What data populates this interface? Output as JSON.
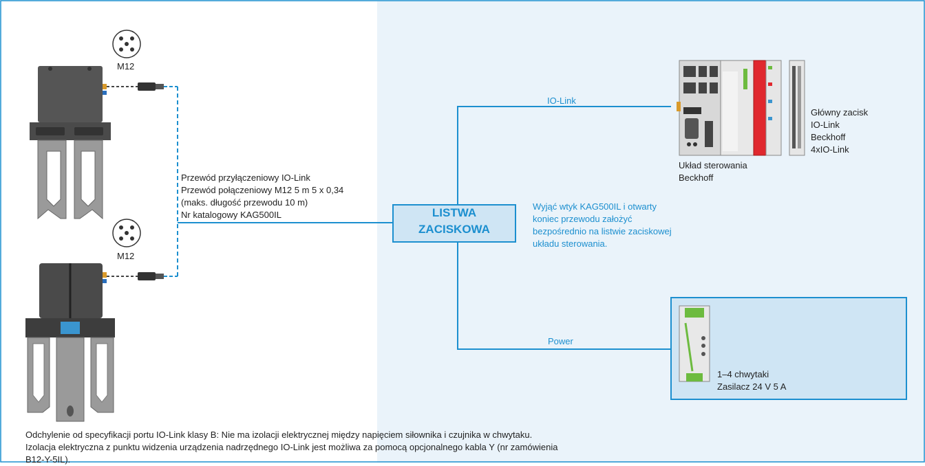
{
  "colors": {
    "accent": "#1c8fcf",
    "panel": "#eaf3fa",
    "box_fill": "#cfe5f4",
    "red_module": "#e0282e"
  },
  "gripper_top": {
    "connector_label": "M12"
  },
  "gripper_bottom": {
    "connector_label": "M12"
  },
  "cable_info": [
    "Przewód przyłączeniowy IO-Link",
    "Przewód połączeniowy M12 5 m 5 x 0,34",
    "(maks. długość przewodu 10 m)",
    "Nr katalogowy KAG500IL"
  ],
  "terminal_strip": {
    "line1": "LISTWA",
    "line2": "ZACISKOWA"
  },
  "note": [
    "Wyjąć wtyk KAG500IL i otwarty",
    "koniec przewodu założyć",
    "bezpośrednio na listwie zaciskowej",
    "układu sterowania."
  ],
  "io_link_label": "IO-Link",
  "power_label": "Power",
  "controller_label": [
    "Układ sterowania",
    "Beckhoff"
  ],
  "master_terminal_label": [
    "Główny zacisk",
    "IO-Link",
    "Beckhoff",
    "4xIO-Link"
  ],
  "power_supply_label": [
    "1–4 chwytaki",
    "Zasilacz 24 V 5 A"
  ],
  "footnote": [
    "Odchylenie od specyfikacji portu IO-Link klasy B: Nie ma izolacji elektrycznej między napięciem siłownika i czujnika w chwytaku.",
    "Izolacja elektryczna z punktu widzenia urządzenia nadrzędnego IO-Link jest możliwa za pomocą opcjonalnego kabla Y (nr zamówienia",
    "B12-Y-5IL)."
  ]
}
